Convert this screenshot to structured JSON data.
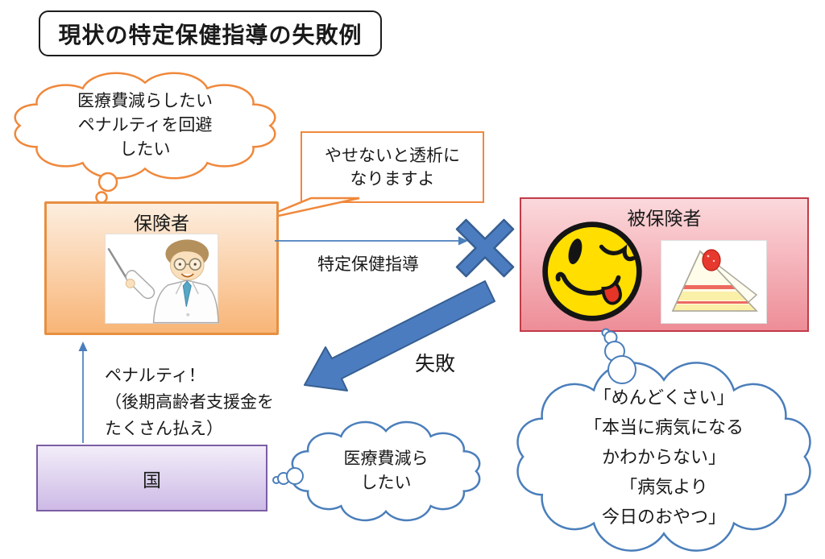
{
  "title": "現状の特定保健指導の失敗例",
  "insurer_thought": {
    "lines": [
      "医療費減らしたい",
      "ペナルティを回避",
      "したい"
    ]
  },
  "speech_bubble": {
    "lines": [
      "やせないと透析に",
      "なりますよ"
    ]
  },
  "insurer_box": {
    "label": "保険者"
  },
  "insured_box": {
    "label": "被保険者"
  },
  "government_box": {
    "label": "国"
  },
  "arrows": {
    "guidance_label": "特定保健指導",
    "failure_label": "失敗"
  },
  "penalty": {
    "lines": [
      "ペナルティ！",
      "（後期高齢者支援金を",
      "たくさん払え）"
    ]
  },
  "government_thought": {
    "lines": [
      "医療費減ら",
      "したい"
    ]
  },
  "insured_thought": {
    "lines": [
      "「めんどくさい」",
      "「本当に病気になる",
      "かわからない」",
      "「病気より",
      "今日のおやつ」"
    ]
  },
  "icons": {
    "doctor": "doctor-with-pointer-icon",
    "smiley": "winking-tongue-smiley-icon",
    "cake": "strawberry-cake-slice-icon",
    "cross": "x-mark-icon"
  },
  "colors": {
    "orange": "#F0883B",
    "insurer_border": "#E78F41",
    "insured_border": "#C23B49",
    "government_border": "#7C5EA5",
    "blue_line": "#4A7EBB",
    "arrow_fill": "#4C7CC0",
    "arrow_stroke": "#365F91"
  }
}
